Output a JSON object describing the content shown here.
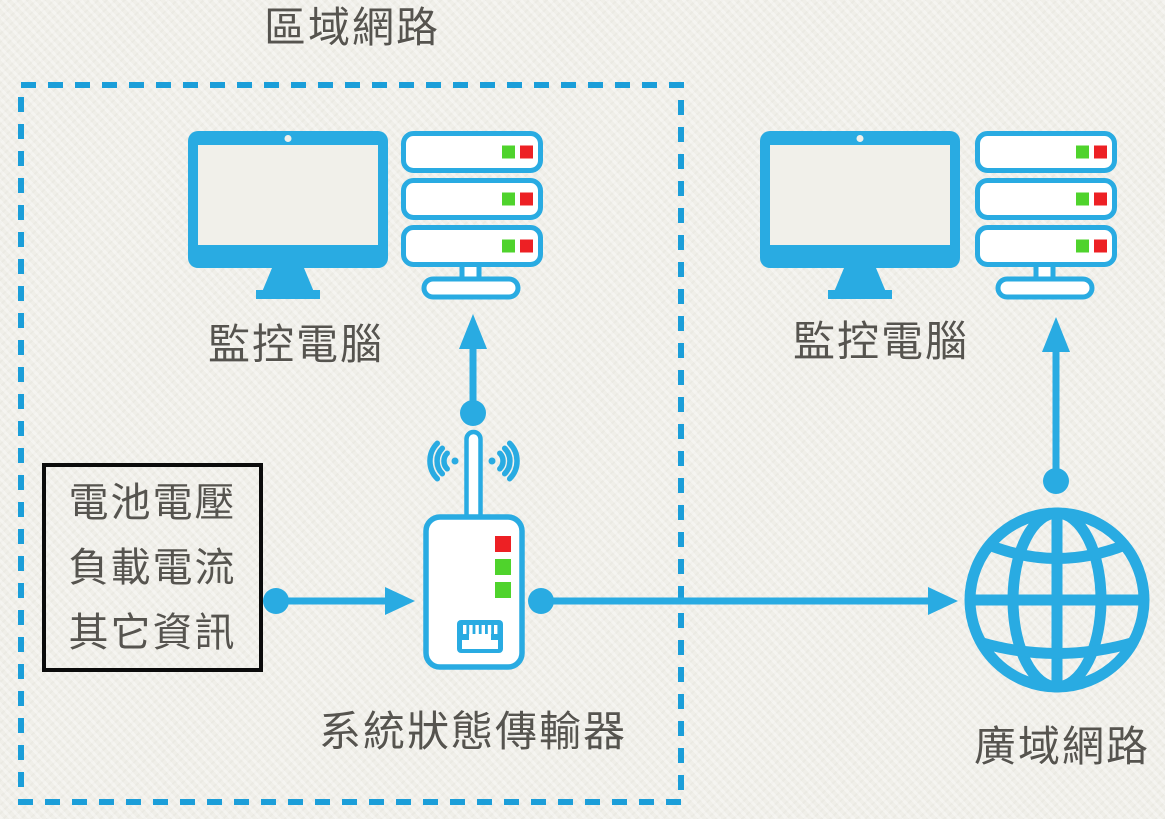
{
  "colors": {
    "background": "#F0EFE9",
    "accent_blue": "#29ABE2",
    "dash_blue": "#1B9ED9",
    "led_green": "#4FD32C",
    "led_red": "#ED2024",
    "text_gray": "#56544F",
    "info_box_border": "#0B0B0B"
  },
  "lan_group": {
    "title": "區域網路",
    "monitor_label": "監控電腦",
    "transmitter_label": "系統狀態傳輸器",
    "info_box": {
      "lines": [
        "電池電壓",
        "負載電流",
        "其它資訊"
      ]
    }
  },
  "wan_group": {
    "monitor_label": "監控電腦",
    "globe_label": "廣域網路"
  },
  "icons": [
    "monitor-icon",
    "server-icon",
    "wifi-transmitter-icon",
    "ethernet-port-icon",
    "globe-icon",
    "arrow",
    "status-led"
  ]
}
